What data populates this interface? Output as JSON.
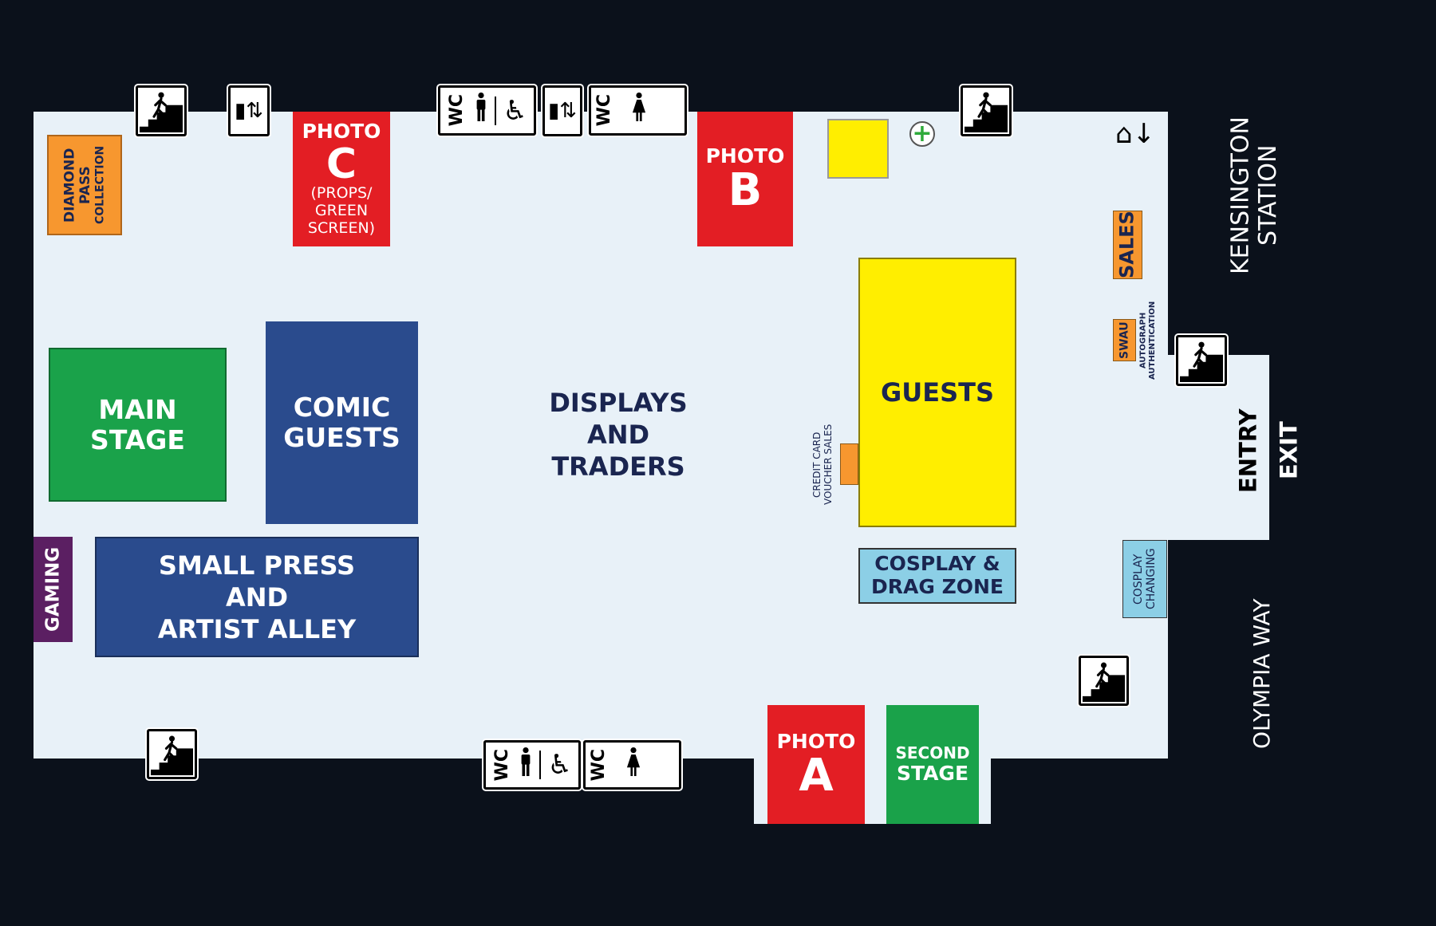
{
  "zones": {
    "diamond_pass": [
      "DIAMOND",
      "PASS",
      "COLLECTION"
    ],
    "photo_c": {
      "title": "PHOTO",
      "letter": "C",
      "sub": [
        "(PROPS/",
        "GREEN",
        "SCREEN)"
      ]
    },
    "photo_b": {
      "title": "PHOTO",
      "letter": "B"
    },
    "photo_a": {
      "title": "PHOTO",
      "letter": "A"
    },
    "second_stage": [
      "SECOND",
      "STAGE"
    ],
    "guests": "GUESTS",
    "credit_card": [
      "CREDIT CARD",
      "VOUCHER SALES"
    ],
    "cosplay_drag": [
      "COSPLAY &",
      "DRAG ZONE"
    ],
    "main_stage": [
      "MAIN",
      "STAGE"
    ],
    "comic_guests": [
      "COMIC",
      "GUESTS"
    ],
    "gaming": "GAMING",
    "small_press": [
      "SMALL PRESS",
      "AND",
      "ARTIST ALLEY"
    ],
    "displays": [
      "DISPLAYS",
      "AND",
      "TRADERS"
    ],
    "sales": "SALES",
    "swau": "SWAU",
    "autograph": [
      "AUTOGRAPH",
      "AUTHENTICATION"
    ],
    "cosplay_changing": [
      "COSPLAY",
      "CHANGING"
    ]
  },
  "signs": {
    "wc": "WC"
  },
  "exterior": {
    "kensington": [
      "KENSINGTON",
      "STATION"
    ],
    "olympia": "OLYMPIA WAY",
    "entry": "ENTRY",
    "exit": "EXIT"
  },
  "colors": {
    "red": "#e31e24",
    "green": "#1aa24a",
    "blue": "#2a4b8d",
    "yellow": "#ffee00",
    "orange": "#f7972f",
    "purple": "#5b1f62",
    "lightblue": "#8ccfe6"
  }
}
